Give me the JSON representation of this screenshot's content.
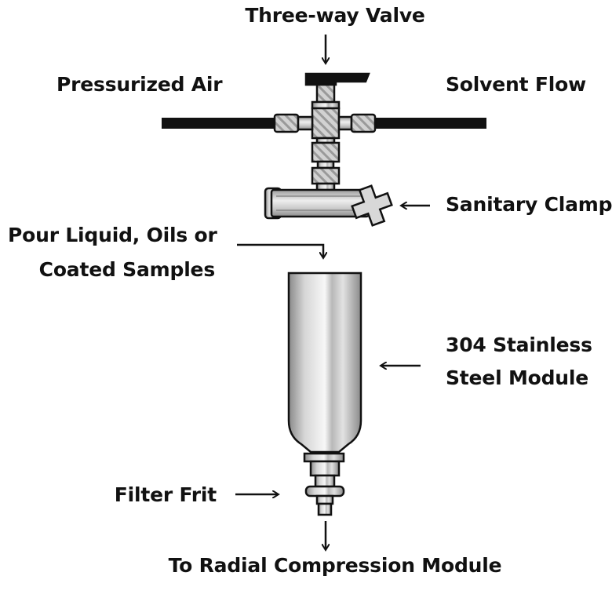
{
  "labels": {
    "three_way_valve": "Three-way Valve",
    "pressurized_air": "Pressurized Air",
    "solvent_flow": "Solvent Flow",
    "sanitary_clamp": "Sanitary Clamp",
    "pour_line1": "Pour Liquid, Oils or",
    "pour_line2": "Coated Samples",
    "module_line1": "304 Stainless",
    "module_line2": "Steel Module",
    "filter_frit": "Filter Frit",
    "outlet": "To Radial Compression Module"
  },
  "colors": {
    "outline": "#111111",
    "metal_dark": "#8c8c8c",
    "metal_mid": "#c4c4c4",
    "metal_light": "#f4f4f4"
  }
}
